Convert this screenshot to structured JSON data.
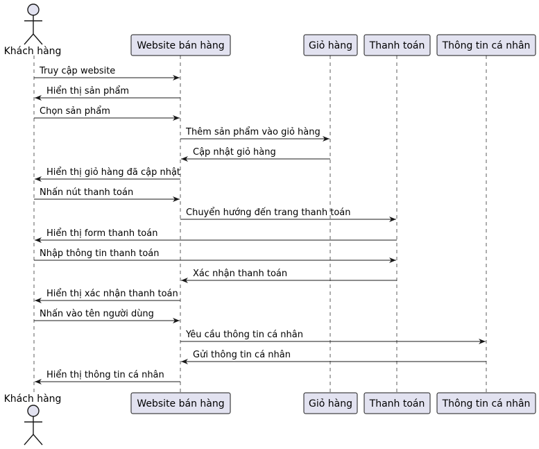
{
  "participants": {
    "customer": {
      "label": "Khách hàng"
    },
    "website": {
      "label": "Website bán hàng"
    },
    "cart": {
      "label": "Giỏ hàng"
    },
    "payment": {
      "label": "Thanh toán"
    },
    "profile": {
      "label": "Thông tin cá nhân"
    }
  },
  "messages": [
    {
      "from": "customer",
      "to": "website",
      "label": "Truy cập website"
    },
    {
      "from": "website",
      "to": "customer",
      "label": "Hiển thị sản phẩm"
    },
    {
      "from": "customer",
      "to": "website",
      "label": "Chọn sản phẩm"
    },
    {
      "from": "website",
      "to": "cart",
      "label": "Thêm sản phẩm vào giỏ hàng"
    },
    {
      "from": "cart",
      "to": "website",
      "label": "Cập nhật giỏ hàng"
    },
    {
      "from": "website",
      "to": "customer",
      "label": "Hiển thị giỏ hàng đã cập nhật"
    },
    {
      "from": "customer",
      "to": "website",
      "label": "Nhấn nút thanh toán"
    },
    {
      "from": "website",
      "to": "payment",
      "label": "Chuyển hướng đến trang thanh toán"
    },
    {
      "from": "payment",
      "to": "customer",
      "label": "Hiển thị form thanh toán"
    },
    {
      "from": "customer",
      "to": "payment",
      "label": "Nhập thông tin thanh toán"
    },
    {
      "from": "payment",
      "to": "website",
      "label": "Xác nhận thanh toán"
    },
    {
      "from": "website",
      "to": "customer",
      "label": "Hiển thị xác nhận thanh toán"
    },
    {
      "from": "customer",
      "to": "website",
      "label": "Nhấn vào tên người dùng"
    },
    {
      "from": "website",
      "to": "profile",
      "label": "Yêu cầu thông tin cá nhân"
    },
    {
      "from": "profile",
      "to": "website",
      "label": "Gửi thông tin cá nhân"
    },
    {
      "from": "website",
      "to": "customer",
      "label": "Hiển thị thông tin cá nhân"
    }
  ]
}
